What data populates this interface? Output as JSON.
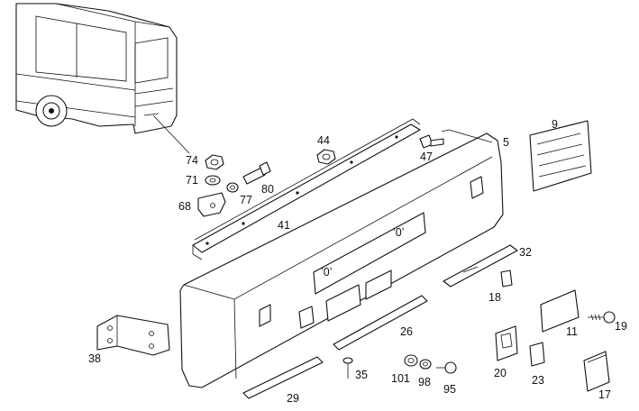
{
  "diagram": {
    "callouts": [
      "74",
      "71",
      "77",
      "80",
      "68",
      "44",
      "47",
      "41",
      "5",
      "9",
      "32",
      "18",
      "38",
      "26",
      "11",
      "19",
      "20",
      "23",
      "17",
      "35",
      "101",
      "98",
      "95",
      "29"
    ]
  }
}
